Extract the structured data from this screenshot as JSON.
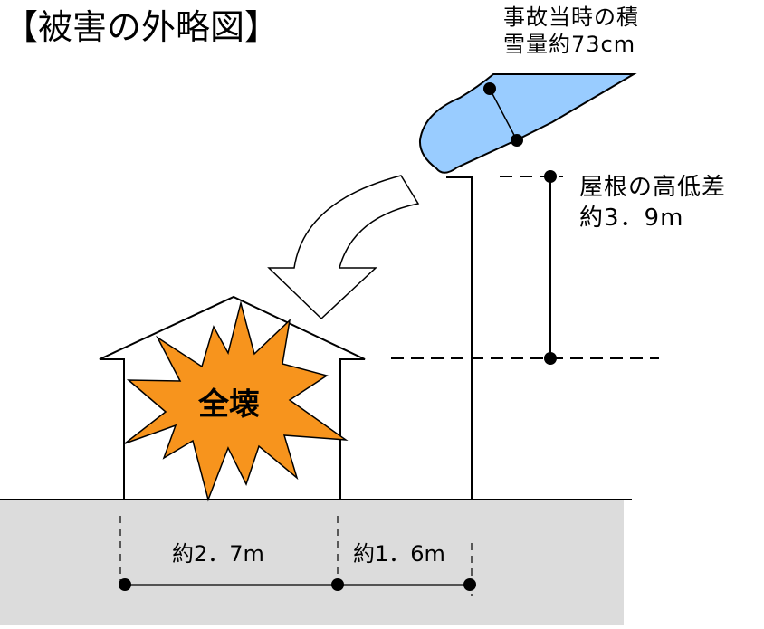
{
  "title": "【被害の外略図】",
  "labels": {
    "snow_line1": "事故当時の積",
    "snow_line2": "雪量約73cm",
    "height_line1": "屋根の高低差",
    "height_line2": "約3．9m",
    "damage": "全壊",
    "distance1": "約2．7m",
    "distance2": "約1．6m"
  },
  "colors": {
    "snow_fill": "#99ccff",
    "burst_fill": "#f7941d",
    "ground_fill": "#dcdcdc",
    "line": "#000000"
  }
}
